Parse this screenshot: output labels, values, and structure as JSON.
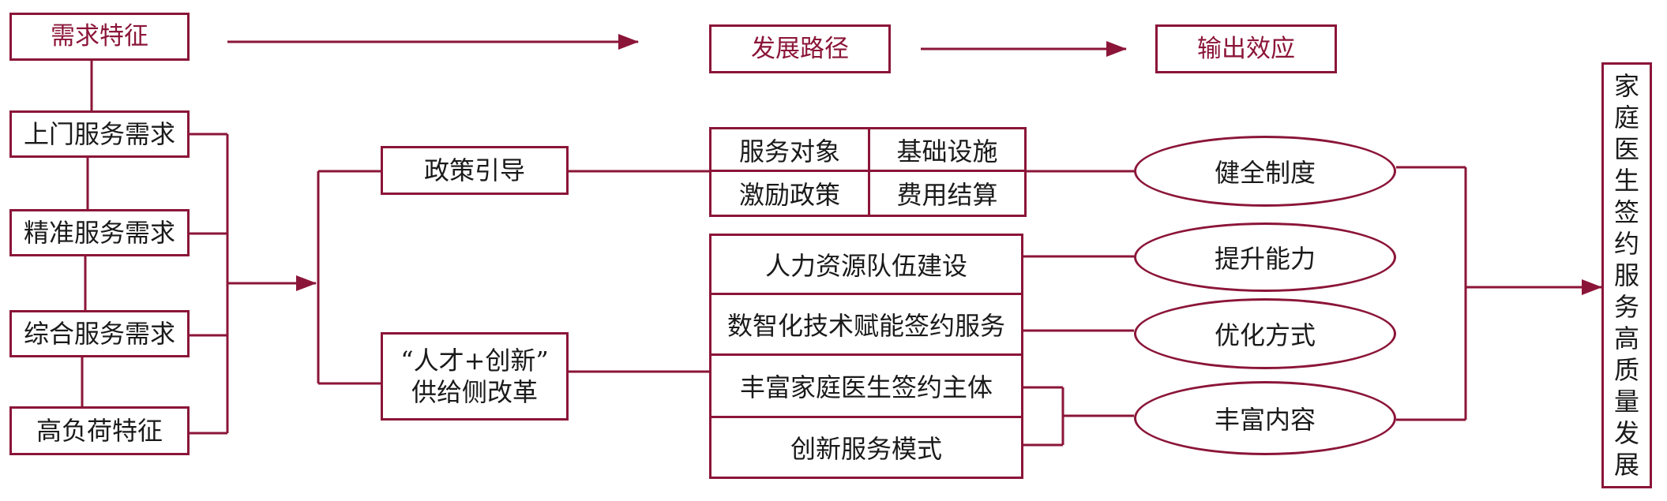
{
  "colors": {
    "accent": "#8b1538"
  },
  "headers": {
    "demand": "需求特征",
    "path": "发展路径",
    "effect": "输出效应"
  },
  "demands": [
    "上门服务需求",
    "精准服务需求",
    "综合服务需求",
    "高负荷特征"
  ],
  "paths": {
    "policy": "政策引导",
    "reform_line1": "“人才+创新”",
    "reform_line2": "供给侧改革"
  },
  "policy_grid": [
    "服务对象",
    "基础设施",
    "激励政策",
    "费用结算"
  ],
  "reform_items": [
    "人力资源队伍建设",
    "数智化技术赋能签约服务",
    "丰富家庭医生签约主体",
    "创新服务模式"
  ],
  "effects": [
    "健全制度",
    "提升能力",
    "优化方式",
    "丰富内容"
  ],
  "outcome": [
    "家",
    "庭",
    "医",
    "生",
    "签",
    "约",
    "服",
    "务",
    "高",
    "质",
    "量",
    "发",
    "展"
  ]
}
